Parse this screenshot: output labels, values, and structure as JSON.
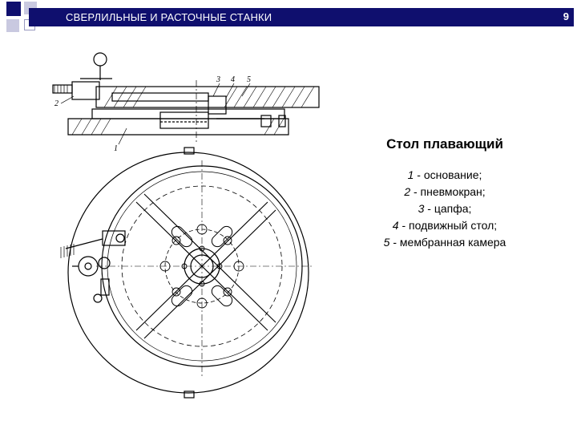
{
  "header": {
    "title": "СВЕРЛИЛЬНЫЕ И РАСТОЧНЫЕ СТАНКИ",
    "page_number": "9",
    "bar_color": "#0f0f6e"
  },
  "figure": {
    "callouts": [
      "3",
      "4",
      "5",
      "2",
      "1"
    ]
  },
  "caption": {
    "title": "Стол плавающий",
    "items": [
      {
        "num": "1",
        "text": " - основание;"
      },
      {
        "num": "2",
        "text": " - пневмокран;"
      },
      {
        "num": "3",
        "text": " - цапфа;"
      },
      {
        "num": "4",
        "text": " - подвижный стол;"
      },
      {
        "num": "5",
        "text": " - мембранная камера"
      }
    ]
  }
}
